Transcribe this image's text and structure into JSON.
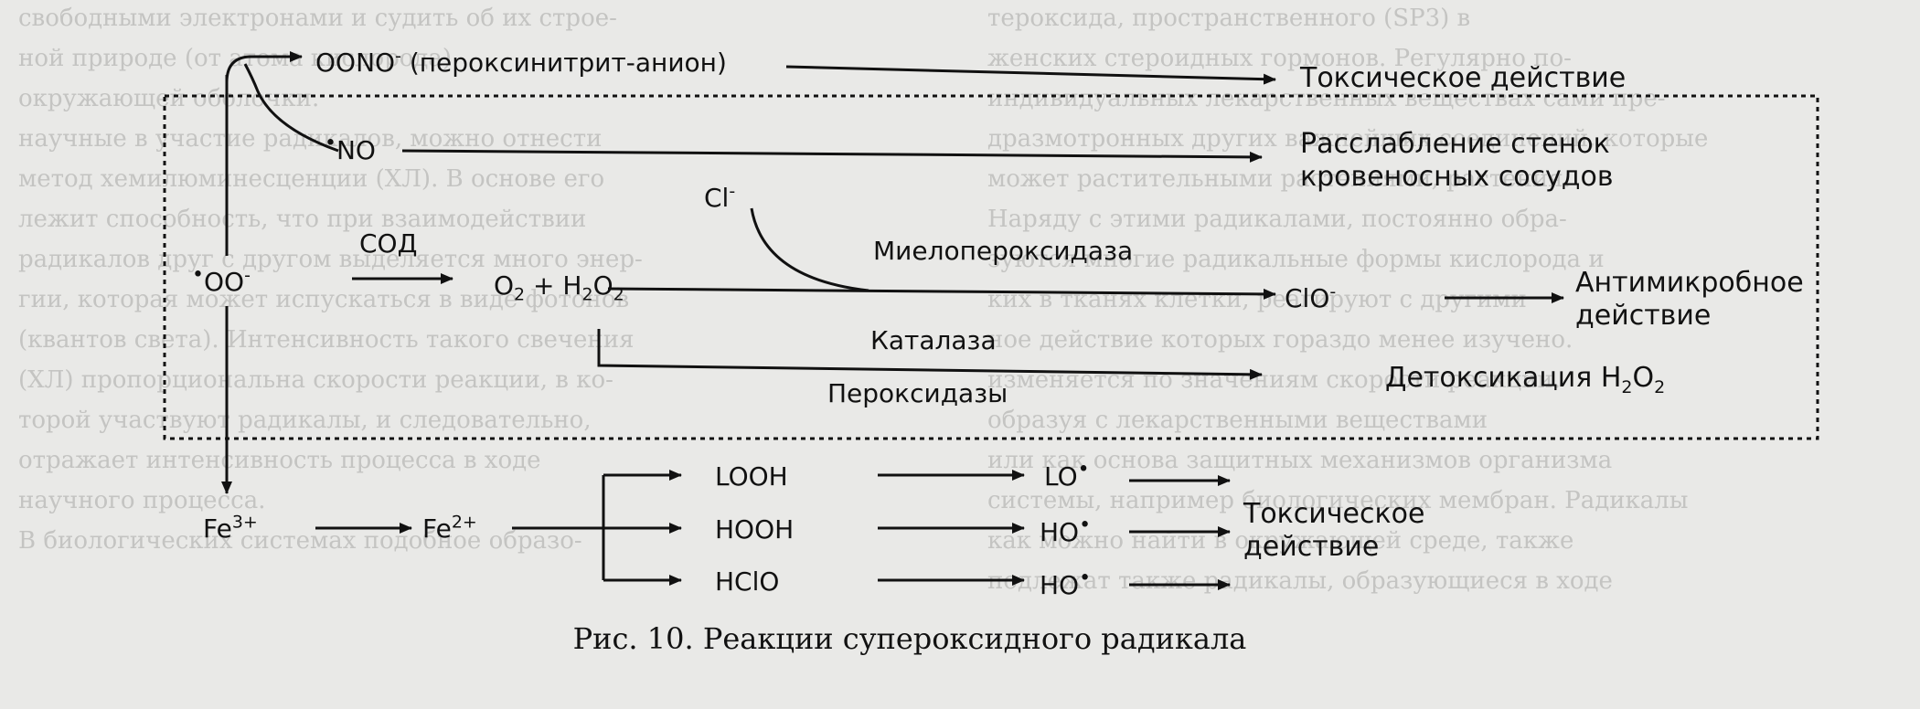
{
  "diagram": {
    "caption": "Рис. 10. Реакции супероксидного радикала",
    "nodes": {
      "superoxide": {
        "dot": "•",
        "text": "OO",
        "charge": "-"
      },
      "nitric_oxide": {
        "dot": "•",
        "text": "NO"
      },
      "peroxynitrite": {
        "text": "OONO",
        "charge": "-",
        "note": "(пероксинитрит-анион)"
      },
      "chloride": {
        "text": "Cl",
        "charge": "-"
      },
      "products": {
        "o": "O",
        "o_sub": "2",
        "plus": " + H",
        "h_sub": "2",
        "o2": "O",
        "o2_sub": "2"
      },
      "hypochlorite": {
        "text": "ClO",
        "charge": "-"
      },
      "fe3": {
        "text": "Fe",
        "charge": "3+"
      },
      "fe2": {
        "text": "Fe",
        "charge": "2+"
      },
      "looh": "LOOH",
      "hooh": "HOOH",
      "hclo": "HClO",
      "lo_rad": {
        "text": "LO",
        "dot": "•"
      },
      "ho_rad_1": {
        "text": "HO",
        "dot": "•"
      },
      "ho_rad_2": {
        "text": "HO",
        "dot": "•"
      }
    },
    "enzymes": {
      "sod": "СОД",
      "myeloperoxidase": "Миелопероксидаза",
      "catalase": "Каталаза",
      "peroxidases": "Пероксидазы"
    },
    "outcomes": {
      "toxic_top": "Токсическое действие",
      "vasodilation_1": "Расслабление стенок",
      "vasodilation_2": "кровеносных сосудов",
      "antimicrobial_1": "Антимикробное",
      "antimicrobial_2": "действие",
      "detox": "Детоксикация H",
      "detox_sub": "2",
      "detox_end": "O",
      "detox_end_sub": "2",
      "toxic_bottom_1": "Токсическое",
      "toxic_bottom_2": "действие"
    },
    "colors": {
      "ink": "#111111",
      "paper": "#e9e9e7",
      "bleed": "#c4c4c2"
    }
  },
  "bleed_text": {
    "right_lines": [
      "тероксида, пространственного (SP3) в",
      "женских стероидных гормонов. Регулярно по-",
      "индивидуальных лекарственных веществах сами пре-",
      "дразмотронных других важнейших соединений, которые",
      "может растительными растениями, растения.",
      "Наряду с этими радикалами, постоянно обра-",
      "зуются многие радикальные формы кислорода и",
      "ких в тканях клетки, реагируют с другими",
      "ное действие которых гораздо менее изучено.",
      "изменяется по значениям скорости реакции.",
      "образуя с лекарственными веществами",
      "или как основа защитных механизмов организма",
      "системы, например биологических мембран. Радикалы",
      "как можно найти в окружающей среде, также",
      "подлежат также радикалы, образующиеся в ходе"
    ],
    "left_lines": [
      "свободными электронами и судить об их строе-",
      "ной природе (от атома кислорода)",
      "окружающей оболочки.",
      "научные в участие радикалов, можно отнести",
      "метод хемилюминесценции (ХЛ). В основе его",
      "лежит способность, что при взаимодействии",
      "радикалов друг с другом выделяется много энер-",
      "гии, которая может испускаться в виде фотонов",
      "(квантов света). Интенсивность такого свечения",
      "(ХЛ) пропорциональна скорости реакции, в ко-",
      "торой участвуют радикалы, и следовательно,",
      "отражает интенсивность процесса в ходе",
      "научного процесса.",
      "В биологических системах подобное образо-"
    ]
  }
}
